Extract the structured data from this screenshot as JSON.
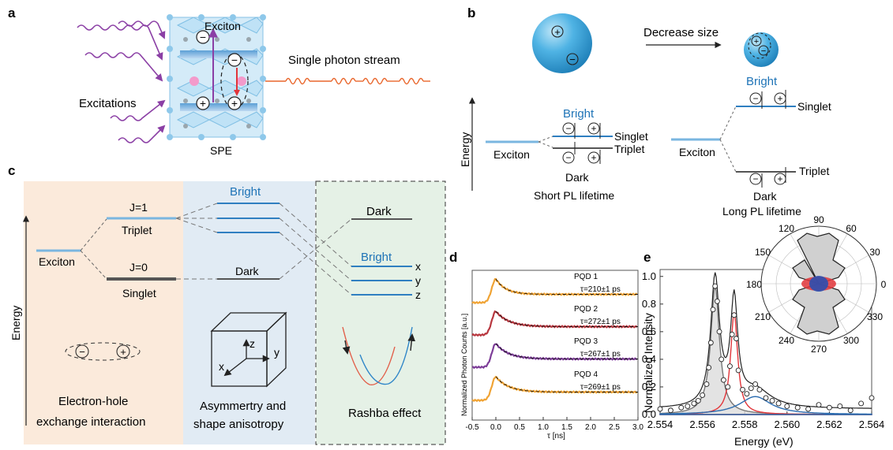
{
  "panel_a": {
    "letter": "a",
    "exciton_label": "Exciton",
    "stream_label": "Single photon stream",
    "excitations_label": "Excitations",
    "spe_label": "SPE",
    "minus_sign": "−",
    "plus_sign": "+"
  },
  "panel_b": {
    "letter": "b",
    "decrease_label": "Decrease size",
    "energy_label": "Energy",
    "exciton_left": "Exciton",
    "exciton_right": "Exciton",
    "bright_left": "Bright",
    "bright_right": "Bright",
    "singlet_left": "Singlet",
    "singlet_right": "Singlet",
    "triplet_left": "Triplet",
    "triplet_right": "Triplet",
    "dark_left": "Dark",
    "dark_right": "Dark",
    "short_lifetime": "Short PL lifetime",
    "long_lifetime": "Long PL lifetime",
    "colors": {
      "bright": "#1f74b7",
      "sphere": "#3ba7dc"
    }
  },
  "panel_c": {
    "letter": "c",
    "energy_label": "Energy",
    "exciton_label": "Exciton",
    "j1_label": "J=1",
    "triplet_label": "Triplet",
    "j0_label": "J=0",
    "singlet_label": "Singlet",
    "bright_mid": "Bright",
    "dark_mid": "Dark",
    "dark_right": "Dark",
    "bright_right": "Bright",
    "x_label": "x",
    "y_label": "y",
    "z_label": "z",
    "cube_z": "z",
    "cube_y": "y",
    "cube_x": "x",
    "caption_1_line1": "Electron-hole",
    "caption_1_line2": "exchange interaction",
    "caption_2_line1": "Asymmertry and",
    "caption_2_line2": "shape anisotropy",
    "caption_3": "Rashba effect",
    "colors": {
      "col1": "#fbeadb",
      "col2": "#e1ebf4",
      "col3": "#e5f1e6",
      "bright": "#1f74b7"
    }
  },
  "panel_d": {
    "letter": "d",
    "ylabel": "Normalized Photon Counts [a.u.]",
    "xlabel": "τ [ns]",
    "xticks": [
      "-0.5",
      "0.0",
      "0.5",
      "1.0",
      "1.5",
      "2.0",
      "2.5",
      "3.0"
    ],
    "curves": [
      {
        "name": "PQD 1",
        "tau": "τ=210±1 ps",
        "color": "#f0a334"
      },
      {
        "name": "PQD 2",
        "tau": "τ=272±1 ps",
        "color": "#b8373f"
      },
      {
        "name": "PQD 3",
        "tau": "τ=267±1 ps",
        "color": "#7d3d98"
      },
      {
        "name": "PQD 4",
        "tau": "τ=269±1 ps",
        "color": "#f0a334"
      }
    ]
  },
  "panel_e": {
    "letter": "e",
    "ylabel": "Normalized Intensity",
    "xlabel": "Energy (eV)",
    "yticks": [
      "0.0",
      "0.2",
      "0.4",
      "0.6",
      "0.8",
      "1.0"
    ],
    "xticks": [
      "2.554",
      "2.556",
      "2.558",
      "2.560",
      "2.562",
      "2.564"
    ],
    "polar_angles": [
      "90",
      "60",
      "30",
      "0",
      "330",
      "300",
      "270",
      "240",
      "210",
      "180",
      "150",
      "120"
    ]
  },
  "chart_data": [
    {
      "type": "line",
      "panel": "d",
      "xlabel": "τ [ns]",
      "ylabel": "Normalized Photon Counts [a.u.]",
      "xlim": [
        -0.5,
        3.0
      ],
      "series": [
        {
          "name": "PQD 1",
          "label": "τ=210±1 ps",
          "tau_ps": 210
        },
        {
          "name": "PQD 2",
          "label": "τ=272±1 ps",
          "tau_ps": 272
        },
        {
          "name": "PQD 3",
          "label": "τ=267±1 ps",
          "tau_ps": 267
        },
        {
          "name": "PQD 4",
          "label": "τ=269±1 ps",
          "tau_ps": 269
        }
      ]
    },
    {
      "type": "scatter",
      "panel": "e",
      "xlabel": "Energy (eV)",
      "ylabel": "Normalized Intensity",
      "xlim": [
        2.554,
        2.564
      ],
      "ylim": [
        0,
        1.05
      ],
      "peaks": [
        {
          "color": "#cccccc",
          "center": 2.5566,
          "amplitude": 0.93
        },
        {
          "color": "#e2353a",
          "center": 2.5575,
          "amplitude": 0.74
        },
        {
          "color": "#2b6cb0",
          "center": 2.5585,
          "amplitude": 0.13
        }
      ],
      "points": [
        [
          2.554,
          0.04
        ],
        [
          2.5545,
          0.03
        ],
        [
          2.555,
          0.05
        ],
        [
          2.5553,
          0.06
        ],
        [
          2.5556,
          0.08
        ],
        [
          2.5558,
          0.1
        ],
        [
          2.556,
          0.14
        ],
        [
          2.5562,
          0.22
        ],
        [
          2.5563,
          0.34
        ],
        [
          2.5564,
          0.52
        ],
        [
          2.5565,
          0.76
        ],
        [
          2.5566,
          0.93
        ],
        [
          2.5567,
          0.82
        ],
        [
          2.5568,
          0.6
        ],
        [
          2.5569,
          0.4
        ],
        [
          2.557,
          0.25
        ],
        [
          2.5572,
          0.2
        ],
        [
          2.5573,
          0.35
        ],
        [
          2.5574,
          0.58
        ],
        [
          2.5575,
          0.72
        ],
        [
          2.5576,
          0.55
        ],
        [
          2.5577,
          0.32
        ],
        [
          2.5579,
          0.18
        ],
        [
          2.5581,
          0.15
        ],
        [
          2.5583,
          0.19
        ],
        [
          2.5585,
          0.22
        ],
        [
          2.5587,
          0.18
        ],
        [
          2.559,
          0.12
        ],
        [
          2.5593,
          0.1
        ],
        [
          2.5596,
          0.08
        ],
        [
          2.56,
          0.06
        ],
        [
          2.5605,
          0.05
        ],
        [
          2.561,
          0.04
        ],
        [
          2.5615,
          0.07
        ],
        [
          2.562,
          0.05
        ],
        [
          2.5625,
          0.06
        ],
        [
          2.563,
          0.03
        ],
        [
          2.5635,
          0.08
        ],
        [
          2.564,
          0.12
        ]
      ]
    }
  ]
}
